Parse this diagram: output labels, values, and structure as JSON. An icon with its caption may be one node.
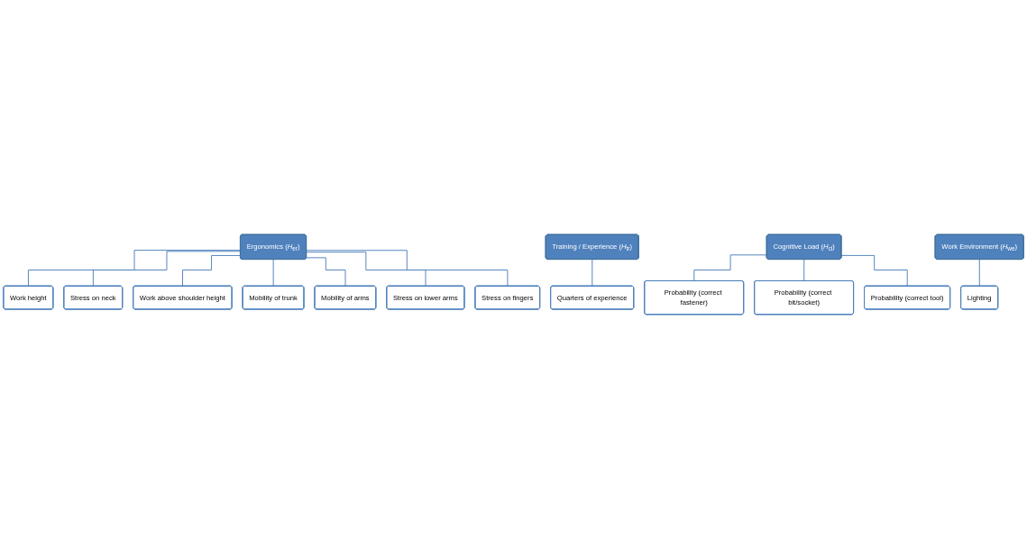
{
  "diagram": {
    "nodes": [
      {
        "text": [
          "Ergonomics (*H*$_{er}$)"
        ]
      },
      {
        "text": [
          "Work height"
        ]
      },
      {
        "text": [
          "Stress on neck"
        ]
      },
      {
        "text": [
          "Work above shoulder height"
        ]
      },
      {
        "text": [
          "Mobility of trunk"
        ]
      },
      {
        "text": [
          "Mobility of arms"
        ]
      },
      {
        "text": [
          "Stress on lower arms"
        ]
      },
      {
        "text": [
          "Stress on fingers"
        ]
      },
      {
        "text": [
          "Training / Experience (*H*$_{tr}$)"
        ]
      },
      {
        "text": [
          "Quarters of experience"
        ]
      },
      {
        "text": [
          "Cognitive Load (*H*$_{cl}$)"
        ]
      },
      {
        "text": [
          "Probability (correct fastener)"
        ]
      },
      {
        "text": [
          "Probability (correct bit/socket)"
        ]
      },
      {
        "text": [
          "Probability (correct tool)"
        ]
      },
      {
        "text": [
          "Work Environment (*H*$_{we}$)"
        ]
      },
      {
        "text": [
          "Lighting"
        ]
      }
    ],
    "edges": [
      {
        "from": 0,
        "to": 1,
        "arrow": "none"
      },
      {
        "from": 0,
        "to": 2,
        "arrow": "none"
      },
      {
        "from": 0,
        "to": 3,
        "arrow": "none"
      },
      {
        "from": 0,
        "to": 4,
        "arrow": "none"
      },
      {
        "from": 0,
        "to": 5,
        "arrow": "none"
      },
      {
        "from": 0,
        "to": 6,
        "arrow": "none"
      },
      {
        "from": 0,
        "to": 7,
        "arrow": "none"
      },
      {
        "from": 8,
        "to": 9,
        "arrow": "none"
      },
      {
        "from": 10,
        "to": 11,
        "arrow": "none"
      },
      {
        "from": 10,
        "to": 12,
        "arrow": "none"
      },
      {
        "from": 10,
        "to": 13,
        "arrow": "none"
      },
      {
        "from": 14,
        "to": 15,
        "arrow": "none"
      }
    ]
  }
}
